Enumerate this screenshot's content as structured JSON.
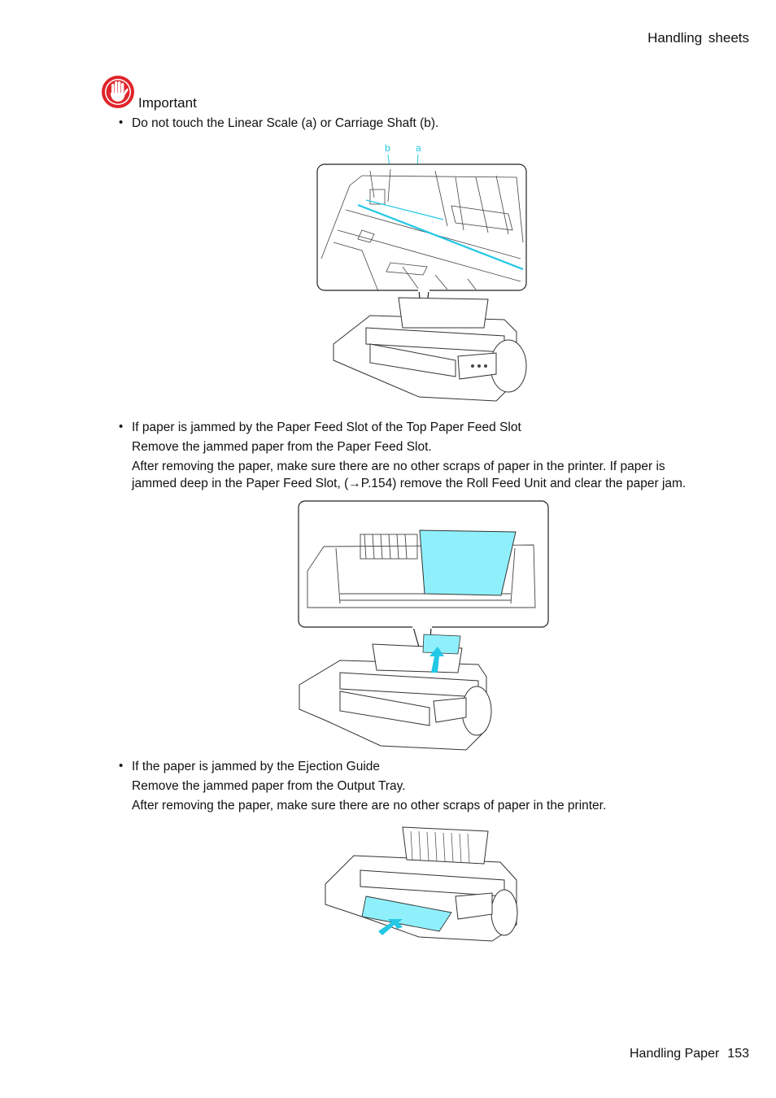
{
  "header": {
    "section_title": "Handling sheets"
  },
  "important": {
    "label": "Important",
    "icon": "stop-hand-icon",
    "items": [
      {
        "text": "Do not touch the Linear Scale (a) or Carriage Shaft (b).",
        "figure_labels": {
          "b": "b",
          "a": "a"
        }
      },
      {
        "text": "If paper is jammed by the Paper Feed Slot of the Top Paper Feed Slot",
        "lines": [
          "Remove the jammed paper from the Paper Feed Slot.",
          "After removing the paper, make sure there are no other scraps of paper in the printer.  If paper is",
          "jammed deep in the Paper Feed Slot, (→P.154) remove the Roll Feed Unit and clear the paper jam."
        ]
      },
      {
        "text": "If the paper is jammed by the Ejection Guide",
        "lines": [
          "Remove the jammed paper from the Output Tray.",
          "After removing the paper, make sure there are no other scraps of paper in the printer."
        ]
      }
    ]
  },
  "footer": {
    "chapter": "Handling Paper",
    "page_number": "153"
  },
  "colors": {
    "highlight": "#8ff0fb",
    "accent_line": "#22c8e6",
    "icon_red": "#e0242b"
  }
}
